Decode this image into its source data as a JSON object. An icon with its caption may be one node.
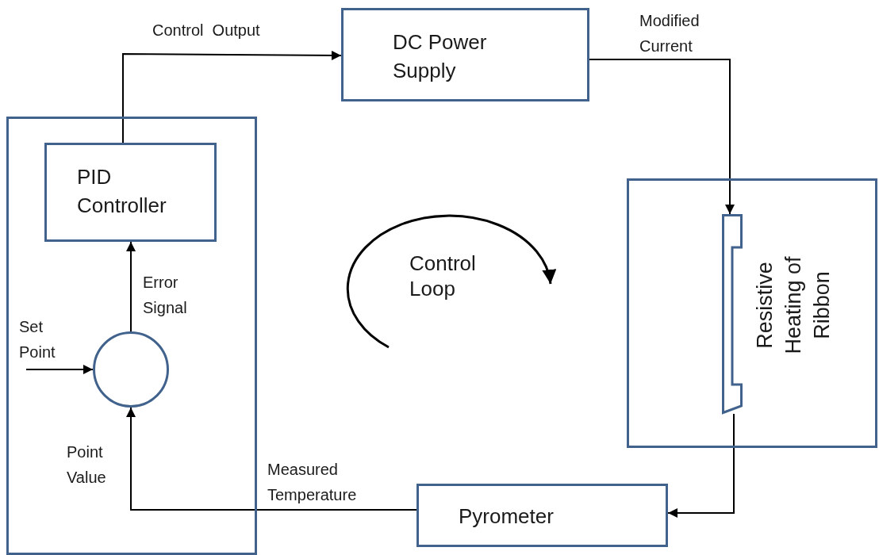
{
  "diagram": {
    "nodes": [
      {
        "text": [],
        "shape": "box"
      },
      {
        "text": [
          "PID Controller"
        ],
        "in": 0
      },
      {
        "text": [],
        "shape": "circle",
        "in": 0
      },
      {
        "text": [
          "DC Power Supply"
        ]
      },
      {
        "text": [
          "Resistive Heating of Ribbon"
        ]
      },
      {
        "text": [],
        "shape": "bar",
        "in": 4
      },
      {
        "text": [
          "Pyrometer"
        ]
      }
    ],
    "edges": [
      {
        "from": 1,
        "to": 3,
        "arrow": "to",
        "label": "Control  Output"
      },
      {
        "from": 3,
        "to": 5,
        "arrow": "to",
        "label": "Modified Current"
      },
      {
        "from": 5,
        "to": 6,
        "arrow": "to"
      },
      {
        "from": 6,
        "to": 2,
        "arrow": "to",
        "label": "Measured Temperature"
      },
      {
        "from": 2,
        "to": 1,
        "arrow": "to",
        "label": "Error Signal"
      },
      {
        "from": null,
        "to": 2,
        "arrow": "to",
        "label": "Set Point"
      }
    ],
    "labels": [
      "Point Value",
      "Control Loop"
    ]
  }
}
